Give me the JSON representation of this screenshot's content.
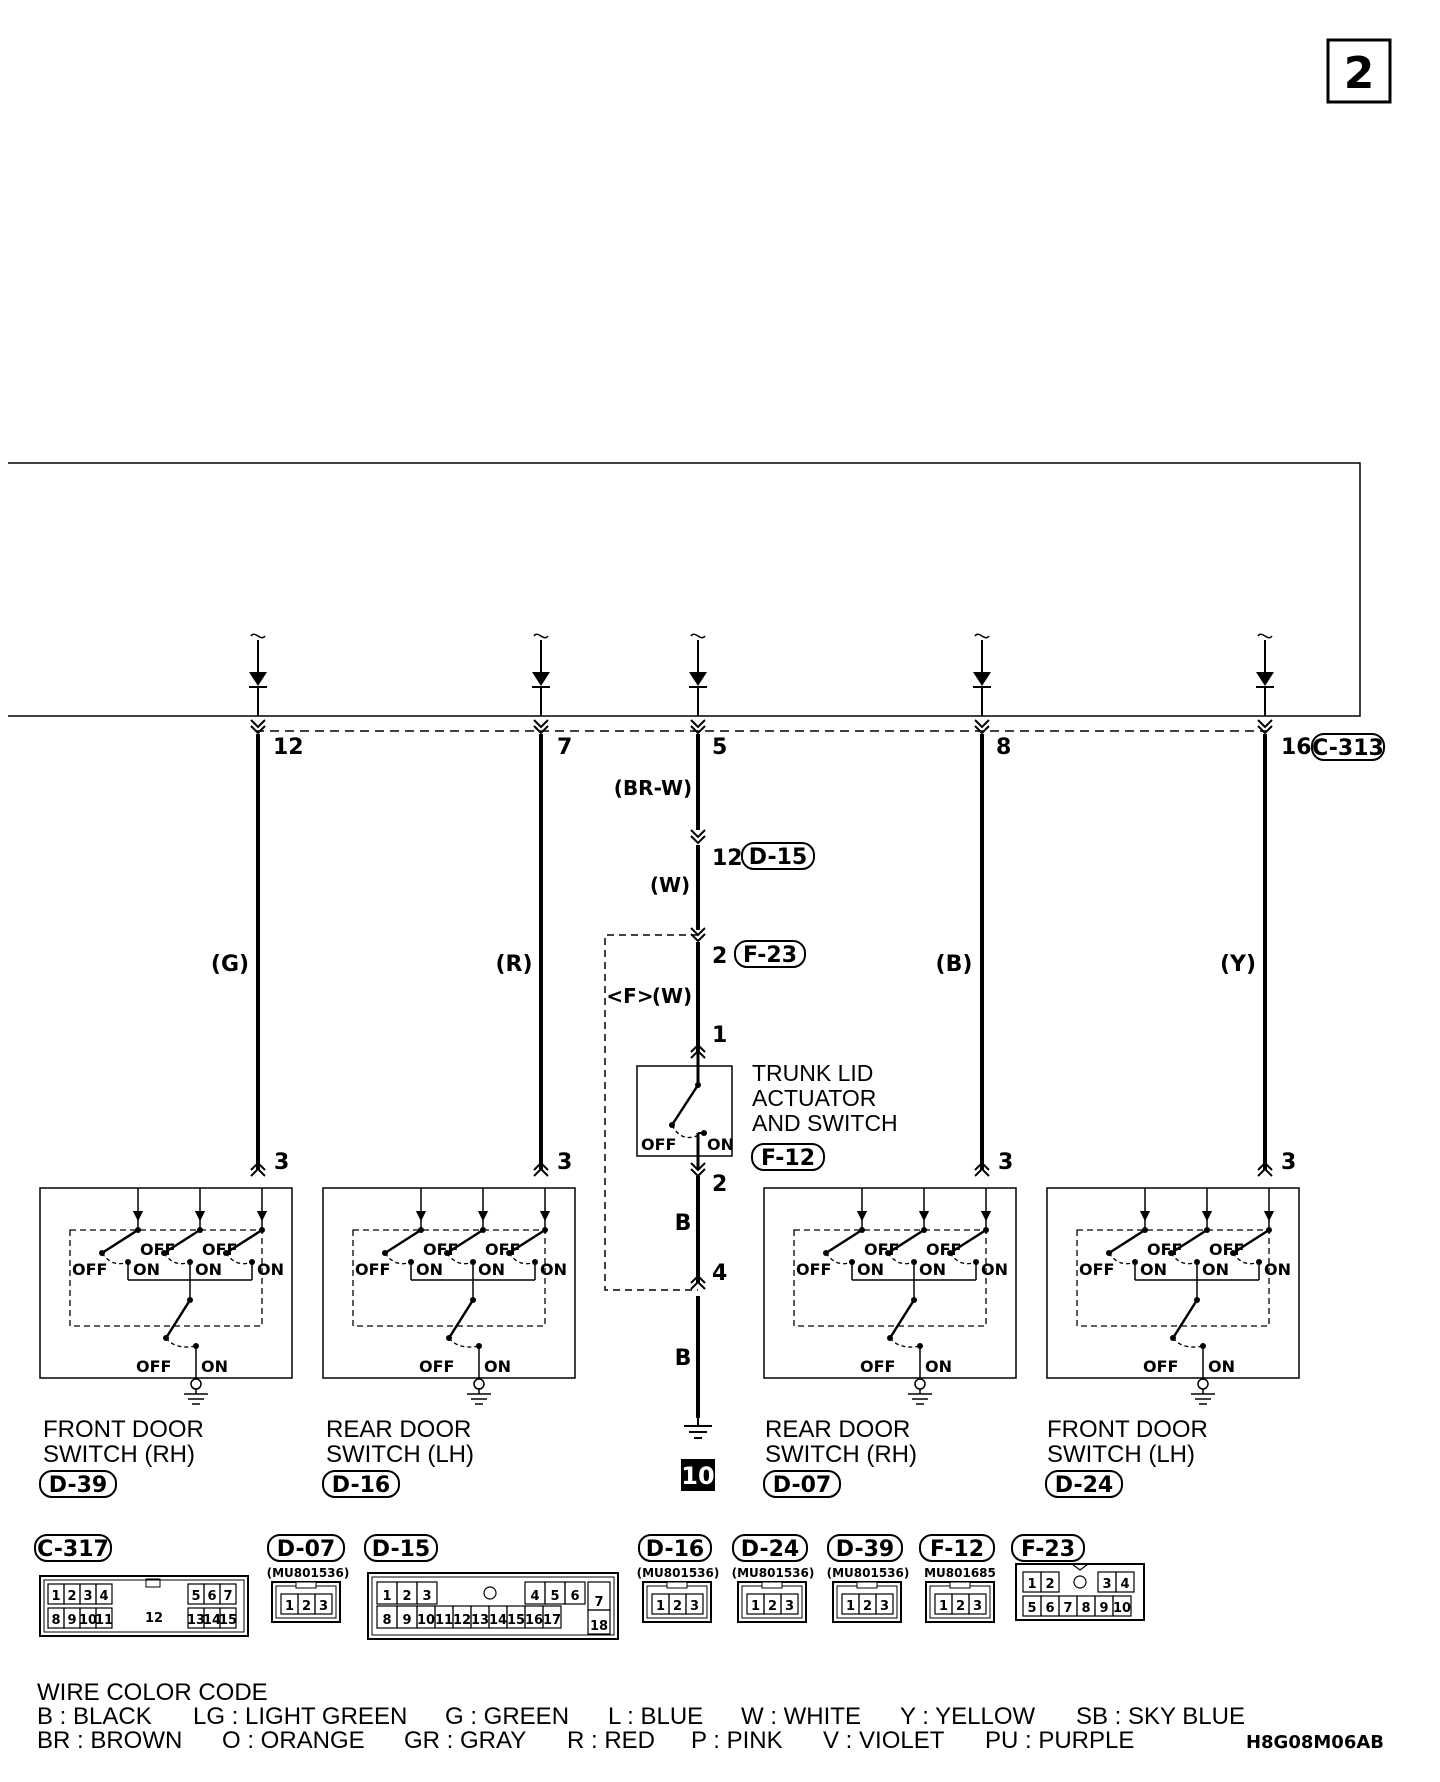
{
  "page_number": "2",
  "harness_connector": {
    "id": "C-313"
  },
  "circuits": [
    {
      "key": "frh",
      "ecu_pin": "12",
      "wire": "(G)",
      "sw_pin": "3"
    },
    {
      "key": "rlh",
      "ecu_pin": "7",
      "wire": "(R)",
      "sw_pin": "3"
    },
    {
      "key": "trunk",
      "ecu_pin": "5",
      "wire": "(BR-W)"
    },
    {
      "key": "rrh",
      "ecu_pin": "8",
      "wire": "(B)",
      "sw_pin": "3"
    },
    {
      "key": "flh",
      "ecu_pin": "16",
      "wire": "(Y)",
      "sw_pin": "3"
    }
  ],
  "trunk_path": {
    "d15_pin": "12",
    "d15_id": "D-15",
    "w1": "(W)",
    "f23_pin": "2",
    "f23_id": "F-23",
    "variant": "<F>",
    "w2": "(W)",
    "act_pin_in": "1",
    "act_pin_out": "2",
    "actuator_name": [
      "TRUNK LID",
      "ACTUATOR",
      "AND SWITCH"
    ],
    "actuator_id": "F-12",
    "w3": "B",
    "f23_pin2": "4",
    "w4": "B",
    "ground_no": "10"
  },
  "switches": [
    {
      "key": "frh",
      "name": [
        "FRONT DOOR",
        "SWITCH (RH)"
      ],
      "id": "D-39"
    },
    {
      "key": "rlh",
      "name": [
        "REAR DOOR",
        "SWITCH (LH)"
      ],
      "id": "D-16"
    },
    {
      "key": "rrh",
      "name": [
        "REAR DOOR",
        "SWITCH (RH)"
      ],
      "id": "D-07"
    },
    {
      "key": "flh",
      "name": [
        "FRONT DOOR",
        "SWITCH (LH)"
      ],
      "id": "D-24"
    }
  ],
  "switch_labels": {
    "off": "OFF",
    "on": "ON"
  },
  "connector_views": {
    "c317": {
      "id": "C-317",
      "top": [
        "1",
        "2",
        "3",
        "4",
        "5",
        "6",
        "7"
      ],
      "bottom": [
        "8",
        "9",
        "10",
        "11",
        "13",
        "14",
        "15"
      ],
      "center": "12"
    },
    "d07": {
      "id": "D-07",
      "part": "(MU801536)",
      "pins": [
        "1",
        "2",
        "3"
      ]
    },
    "d15": {
      "id": "D-15",
      "top": [
        "1",
        "2",
        "3",
        "4",
        "5",
        "6",
        "7"
      ],
      "bottom": [
        "8",
        "9",
        "10",
        "11",
        "12",
        "13",
        "14",
        "15",
        "16",
        "17",
        "18"
      ]
    },
    "d16": {
      "id": "D-16",
      "part": "(MU801536)",
      "pins": [
        "1",
        "2",
        "3"
      ]
    },
    "d24": {
      "id": "D-24",
      "part": "(MU801536)",
      "pins": [
        "1",
        "2",
        "3"
      ]
    },
    "d39": {
      "id": "D-39",
      "part": "(MU801536)",
      "pins": [
        "1",
        "2",
        "3"
      ]
    },
    "f12": {
      "id": "F-12",
      "part": "MU801685",
      "pins": [
        "1",
        "2",
        "3"
      ]
    },
    "f23": {
      "id": "F-23",
      "top": [
        "1",
        "2",
        "3",
        "4"
      ],
      "bottom": [
        "5",
        "6",
        "7",
        "8",
        "9",
        "10"
      ]
    }
  },
  "wire_color_code": {
    "title": "WIRE COLOR CODE",
    "row1": [
      "B : BLACK",
      "LG : LIGHT GREEN",
      "G : GREEN",
      "L : BLUE",
      "W : WHITE",
      "Y : YELLOW",
      "SB : SKY BLUE"
    ],
    "row2": [
      "BR : BROWN",
      "O : ORANGE",
      "GR : GRAY",
      "R : RED",
      "P : PINK",
      "V : VIOLET",
      "PU : PURPLE"
    ]
  },
  "figure_code": "H8G08M06AB"
}
